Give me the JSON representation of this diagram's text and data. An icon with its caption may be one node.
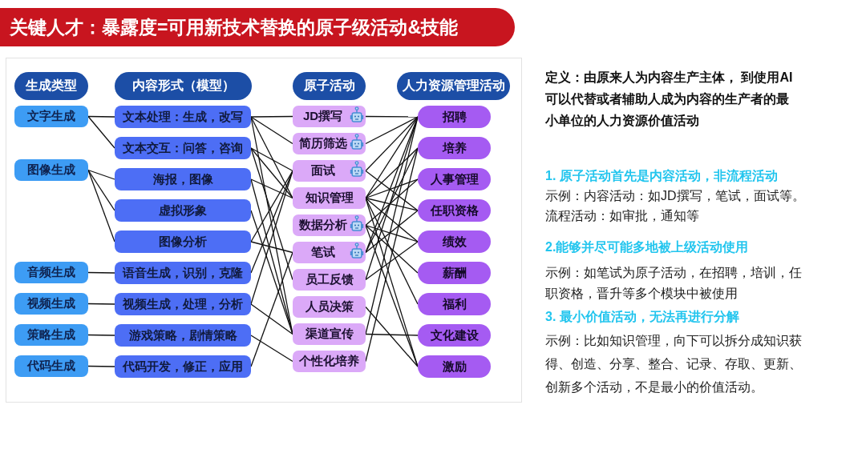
{
  "diagram": {
    "title": "关键人才：暴露度=可用新技术替换的原子级活动&技能",
    "nodes": [
      {
        "text": [
          "生成类型"
        ]
      },
      {
        "text": [
          "文字生成"
        ]
      },
      {
        "text": [
          "图像生成"
        ]
      },
      {
        "text": [
          "音频生成"
        ]
      },
      {
        "text": [
          "视频生成"
        ]
      },
      {
        "text": [
          "策略生成"
        ]
      },
      {
        "text": [
          "代码生成"
        ]
      },
      {
        "text": [
          "内容形式（模型）"
        ]
      },
      {
        "text": [
          "文本处理：生成，改写"
        ]
      },
      {
        "text": [
          "文本交互：问答，咨询"
        ]
      },
      {
        "text": [
          "海报，图像"
        ]
      },
      {
        "text": [
          "虚拟形象"
        ]
      },
      {
        "text": [
          "图像分析"
        ]
      },
      {
        "text": [
          "语音生成，识别，克隆"
        ]
      },
      {
        "text": [
          "视频生成，处理，分析"
        ]
      },
      {
        "text": [
          "游戏策略，剧情策略"
        ]
      },
      {
        "text": [
          "代码开发，修正，应用"
        ]
      },
      {
        "text": [
          "原子活动"
        ]
      },
      {
        "text": [
          "JD撰写"
        ]
      },
      {
        "text": [
          "简历筛选"
        ]
      },
      {
        "text": [
          "面试"
        ]
      },
      {
        "text": [
          "知识管理"
        ]
      },
      {
        "text": [
          "数据分析"
        ]
      },
      {
        "text": [
          "笔试"
        ]
      },
      {
        "text": [
          "员工反馈"
        ]
      },
      {
        "text": [
          "人员决策"
        ]
      },
      {
        "text": [
          "渠道宣传"
        ]
      },
      {
        "text": [
          "个性化培养"
        ]
      },
      {
        "text": [
          "人力资源管理活动"
        ]
      },
      {
        "text": [
          "招聘"
        ]
      },
      {
        "text": [
          "培养"
        ]
      },
      {
        "text": [
          "人事管理"
        ]
      },
      {
        "text": [
          "任职资格"
        ]
      },
      {
        "text": [
          "绩效"
        ]
      },
      {
        "text": [
          "薪酬"
        ]
      },
      {
        "text": [
          "福利"
        ]
      },
      {
        "text": [
          "文化建设"
        ]
      },
      {
        "text": [
          "激励"
        ]
      }
    ],
    "edges": [
      {
        "from": 1,
        "to": 8,
        "arrow": "none"
      },
      {
        "from": 1,
        "to": 9,
        "arrow": "none"
      },
      {
        "from": 2,
        "to": 10,
        "arrow": "none"
      },
      {
        "from": 2,
        "to": 11,
        "arrow": "none"
      },
      {
        "from": 2,
        "to": 12,
        "arrow": "none"
      },
      {
        "from": 3,
        "to": 13,
        "arrow": "none"
      },
      {
        "from": 4,
        "to": 14,
        "arrow": "none"
      },
      {
        "from": 5,
        "to": 15,
        "arrow": "none"
      },
      {
        "from": 6,
        "to": 16,
        "arrow": "none"
      },
      {
        "from": 8,
        "to": 18,
        "arrow": "none"
      },
      {
        "from": 8,
        "to": 19,
        "arrow": "none"
      },
      {
        "from": 8,
        "to": 21,
        "arrow": "none"
      },
      {
        "from": 8,
        "to": 26,
        "arrow": "none"
      },
      {
        "from": 9,
        "to": 20,
        "arrow": "none"
      },
      {
        "from": 9,
        "to": 21,
        "arrow": "none"
      },
      {
        "from": 9,
        "to": 24,
        "arrow": "none"
      },
      {
        "from": 10,
        "to": 21,
        "arrow": "none"
      },
      {
        "from": 10,
        "to": 26,
        "arrow": "none"
      },
      {
        "from": 11,
        "to": 26,
        "arrow": "none"
      },
      {
        "from": 12,
        "to": 20,
        "arrow": "none"
      },
      {
        "from": 12,
        "to": 23,
        "arrow": "none"
      },
      {
        "from": 13,
        "to": 20,
        "arrow": "none"
      },
      {
        "from": 14,
        "to": 20,
        "arrow": "none"
      },
      {
        "from": 14,
        "to": 26,
        "arrow": "none"
      },
      {
        "from": 15,
        "to": 27,
        "arrow": "none"
      },
      {
        "from": 16,
        "to": 23,
        "arrow": "none"
      },
      {
        "from": 18,
        "to": 29,
        "arrow": "none"
      },
      {
        "from": 19,
        "to": 29,
        "arrow": "none"
      },
      {
        "from": 20,
        "to": 29,
        "arrow": "none"
      },
      {
        "from": 20,
        "to": 32,
        "arrow": "none"
      },
      {
        "from": 21,
        "to": 29,
        "arrow": "none"
      },
      {
        "from": 21,
        "to": 30,
        "arrow": "none"
      },
      {
        "from": 21,
        "to": 31,
        "arrow": "none"
      },
      {
        "from": 21,
        "to": 32,
        "arrow": "none"
      },
      {
        "from": 21,
        "to": 33,
        "arrow": "none"
      },
      {
        "from": 21,
        "to": 35,
        "arrow": "none"
      },
      {
        "from": 21,
        "to": 37,
        "arrow": "none"
      },
      {
        "from": 22,
        "to": 31,
        "arrow": "none"
      },
      {
        "from": 22,
        "to": 33,
        "arrow": "none"
      },
      {
        "from": 22,
        "to": 34,
        "arrow": "none"
      },
      {
        "from": 22,
        "to": 37,
        "arrow": "none"
      },
      {
        "from": 23,
        "to": 29,
        "arrow": "none"
      },
      {
        "from": 23,
        "to": 30,
        "arrow": "none"
      },
      {
        "from": 23,
        "to": 32,
        "arrow": "none"
      },
      {
        "from": 24,
        "to": 29,
        "arrow": "none"
      },
      {
        "from": 24,
        "to": 33,
        "arrow": "none"
      },
      {
        "from": 25,
        "to": 37,
        "arrow": "none"
      },
      {
        "from": 26,
        "to": 29,
        "arrow": "none"
      },
      {
        "from": 26,
        "to": 36,
        "arrow": "none"
      },
      {
        "from": 27,
        "to": 30,
        "arrow": "none"
      }
    ],
    "labels": [
      "定义：由原来人为内容生产主体， 到使用AI可以代替或者辅助人成为内容的生产者的最小单位的人力资源价值活动",
      "1. 原子活动首先是内容活动，非流程活动",
      "示例：内容活动：如JD撰写，笔试，面试等。",
      "流程活动：如审批，通知等",
      "2.能够并尽可能多地被上级活动使用",
      "示例：如笔试为原子活动，在招聘，培训，任职资格，晋升等多个模块中被使用",
      "3. 最小价值活动，无法再进行分解",
      "示例：比如知识管理，向下可以拆分成知识获得、创造、分享、整合、记录、存取、更新、创新多个活动，不是最小的价值活动。"
    ]
  }
}
